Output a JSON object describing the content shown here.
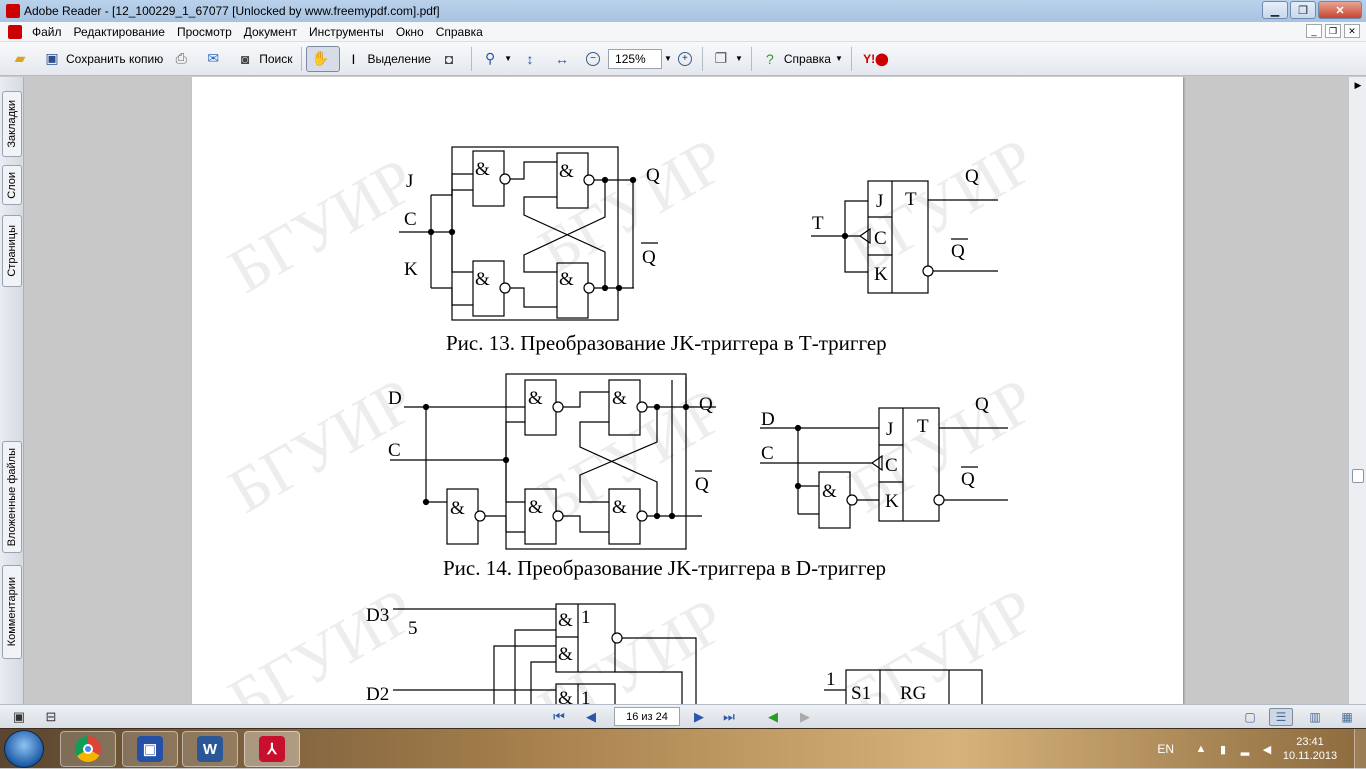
{
  "window": {
    "title": "Adobe Reader - [12_100229_1_67077 [Unlocked by www.freemypdf.com].pdf]",
    "minimize": "▁",
    "maximize": "❐",
    "close": "✕"
  },
  "menu": {
    "items": [
      "Файл",
      "Редактирование",
      "Просмотр",
      "Документ",
      "Инструменты",
      "Окно",
      "Справка"
    ]
  },
  "toolbar": {
    "save_copy": "Сохранить копию",
    "search": "Поиск",
    "select": "Выделение",
    "zoom_value": "125%",
    "help": "Справка"
  },
  "side_tabs": {
    "bookmarks": "Закладки",
    "layers": "Слои",
    "pages": "Страницы",
    "attachments": "Вложенные файлы",
    "comments": "Комментарии"
  },
  "document": {
    "watermark": "БГУИР",
    "fig13": {
      "caption": "Рис. 13. Преобразование JK-триггера в Т-триггер",
      "in_j": "J",
      "in_c": "C",
      "in_k": "K",
      "out_q": "Q",
      "out_qbar": "Q",
      "and": "&",
      "sym_j": "J",
      "sym_t": "T",
      "sym_c": "C",
      "sym_k": "K",
      "sym_in": "T",
      "sym_q": "Q",
      "sym_qbar": "Q"
    },
    "fig14": {
      "caption": "Рис. 14. Преобразование JK-триггера в D-триггер",
      "in_d": "D",
      "in_c": "C",
      "out_q": "Q",
      "out_qbar": "Q",
      "and": "&",
      "sym_d": "D",
      "sym_c": "C",
      "sym_j": "J",
      "sym_t": "T",
      "sym_cc": "C",
      "sym_k": "K",
      "sym_q": "Q",
      "sym_qbar": "Q"
    },
    "fig15": {
      "d3": "D3",
      "d3_num": "5",
      "d2": "D2",
      "gate_and": "&",
      "gate_one": "1",
      "reg_in": "1",
      "reg_s1": "S1",
      "reg_rg": "RG"
    }
  },
  "status": {
    "page_indicator": "16 из 24"
  },
  "taskbar": {
    "lang": "EN",
    "time": "23:41",
    "date": "10.11.2013"
  }
}
